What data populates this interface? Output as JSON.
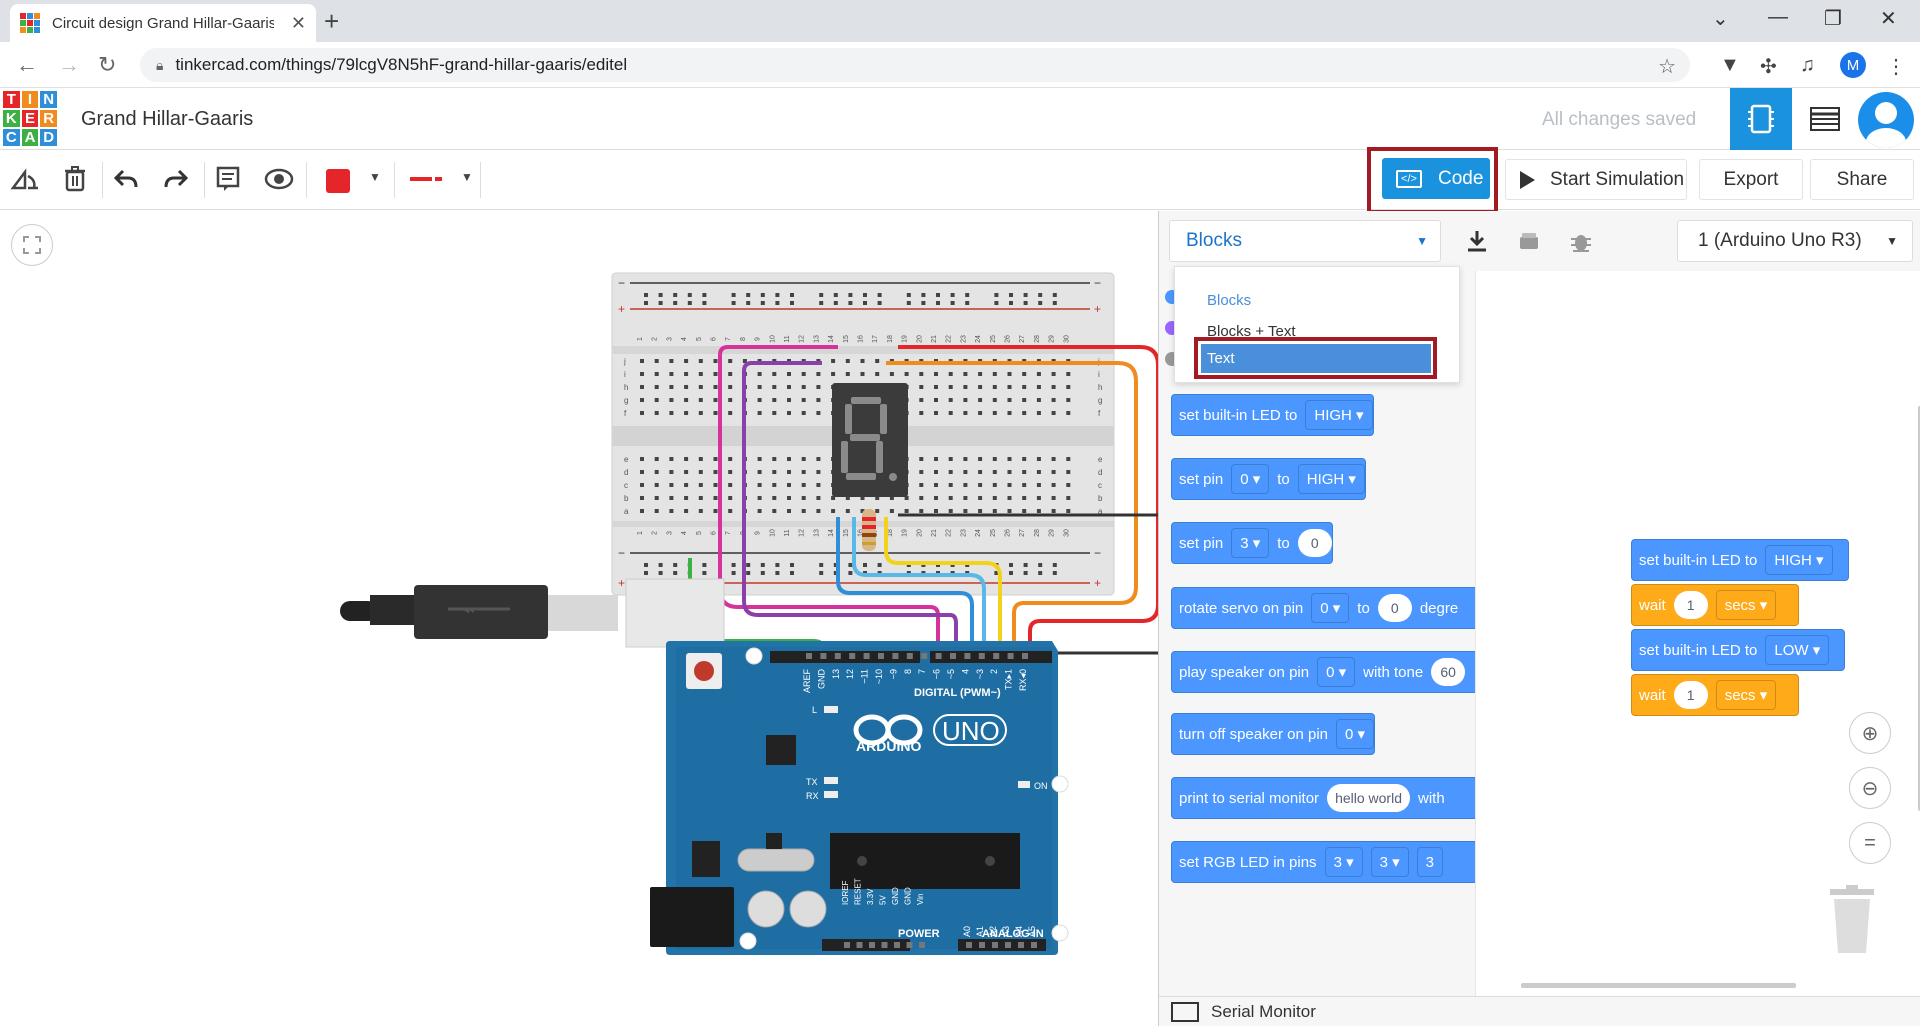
{
  "browser": {
    "tab_title": "Circuit design Grand Hillar-Gaaris | Tinkercad",
    "url": "tinkercad.com/things/79lcgV8N5hF-grand-hillar-gaaris/editel",
    "profile_initial": "M"
  },
  "header": {
    "logo_letters": [
      "T",
      "I",
      "N",
      "K",
      "E",
      "R",
      "C",
      "A",
      "D"
    ],
    "design_title": "Grand Hillar-Gaaris",
    "save_status": "All changes saved"
  },
  "toolbar": {
    "code_label": "Code",
    "start_simulation_label": "Start Simulation",
    "export_label": "Export",
    "share_label": "Share",
    "wire_color": "#e42529"
  },
  "code_panel": {
    "mode_selected": "Blocks",
    "mode_options": [
      "Blocks",
      "Blocks + Text",
      "Text"
    ],
    "board_selected": "1 (Arduino Uno R3)",
    "serial_monitor_label": "Serial Monitor"
  },
  "palette_blocks": [
    {
      "text": "set built-in LED to",
      "dropdown": "HIGH"
    },
    {
      "text": "set pin",
      "dropdown": "0",
      "mid": "to",
      "dropdown2": "HIGH"
    },
    {
      "text": "set pin",
      "dropdown": "3",
      "mid": "to",
      "value": "0"
    },
    {
      "text": "rotate servo on pin",
      "dropdown": "0",
      "mid": "to",
      "value": "0",
      "tail": "degre"
    },
    {
      "text": "play speaker on pin",
      "dropdown": "0",
      "mid": "with tone",
      "value": "60"
    },
    {
      "text": "turn off speaker on pin",
      "dropdown": "0"
    },
    {
      "text": "print to serial monitor",
      "value": "hello world",
      "tail": "with"
    },
    {
      "text": "set RGB LED in pins",
      "dropdown": "3",
      "dropdown2": "3",
      "tail": "3"
    }
  ],
  "workspace_blocks": [
    {
      "text": "set built-in LED to",
      "dropdown": "HIGH"
    },
    {
      "text": "wait",
      "value": "1",
      "dropdown": "secs"
    },
    {
      "text": "set built-in LED to",
      "dropdown": "LOW"
    },
    {
      "text": "wait",
      "value": "1",
      "dropdown": "secs"
    }
  ],
  "arduino": {
    "brand": "ARDUINO",
    "model": "UNO",
    "digital_label": "DIGITAL (PWM~)",
    "power_label": "POWER",
    "analog_label": "ANALOG IN",
    "on_label": "ON",
    "l_label": "L",
    "tx_label": "TX",
    "rx_label": "RX",
    "digital_pins": [
      "AREF",
      "GND",
      "13",
      "12",
      "~11",
      "~10",
      "~9",
      "8",
      "7",
      "~6",
      "~5",
      "4",
      "~3",
      "2",
      "TX▸1",
      "RX◂0"
    ],
    "power_pins": [
      "IOREF",
      "RESET",
      "3.3V",
      "5V",
      "GND",
      "GND",
      "Vin"
    ],
    "analog_pins": [
      "A0",
      "A1",
      "A2",
      "A3",
      "A4",
      "A5"
    ]
  },
  "breadboard": {
    "column_numbers": [
      "1",
      "2",
      "3",
      "4",
      "5",
      "6",
      "7",
      "8",
      "9",
      "10",
      "11",
      "12",
      "13",
      "14",
      "15",
      "16",
      "17",
      "18",
      "19",
      "20",
      "21",
      "22",
      "23",
      "24",
      "25",
      "26",
      "27",
      "28",
      "29",
      "30"
    ],
    "rows_top": [
      "j",
      "i",
      "h",
      "g",
      "f"
    ],
    "rows_bottom": [
      "e",
      "d",
      "c",
      "b",
      "a"
    ],
    "rail_minus": "−",
    "rail_plus": "+"
  },
  "wire_colors": {
    "pink": "#d6339a",
    "purple": "#8b3fa8",
    "green": "#3cb043",
    "blue": "#2e8fd8",
    "lightblue": "#5ab8e8",
    "yellow": "#f2d21b",
    "orange": "#f08c1e",
    "red": "#e42529",
    "black": "#333333"
  },
  "icons": {
    "rotate": "rotate-icon",
    "delete": "trash-icon",
    "undo": "undo-icon",
    "redo": "redo-icon",
    "notes": "notes-icon",
    "visibility": "eye-icon",
    "download": "download-icon",
    "library": "library-icon",
    "debug": "bug-icon",
    "zoom_in": "zoom-in-icon",
    "zoom_out": "zoom-out-icon",
    "fit": "fit-icon",
    "trash": "trash-can-icon"
  }
}
